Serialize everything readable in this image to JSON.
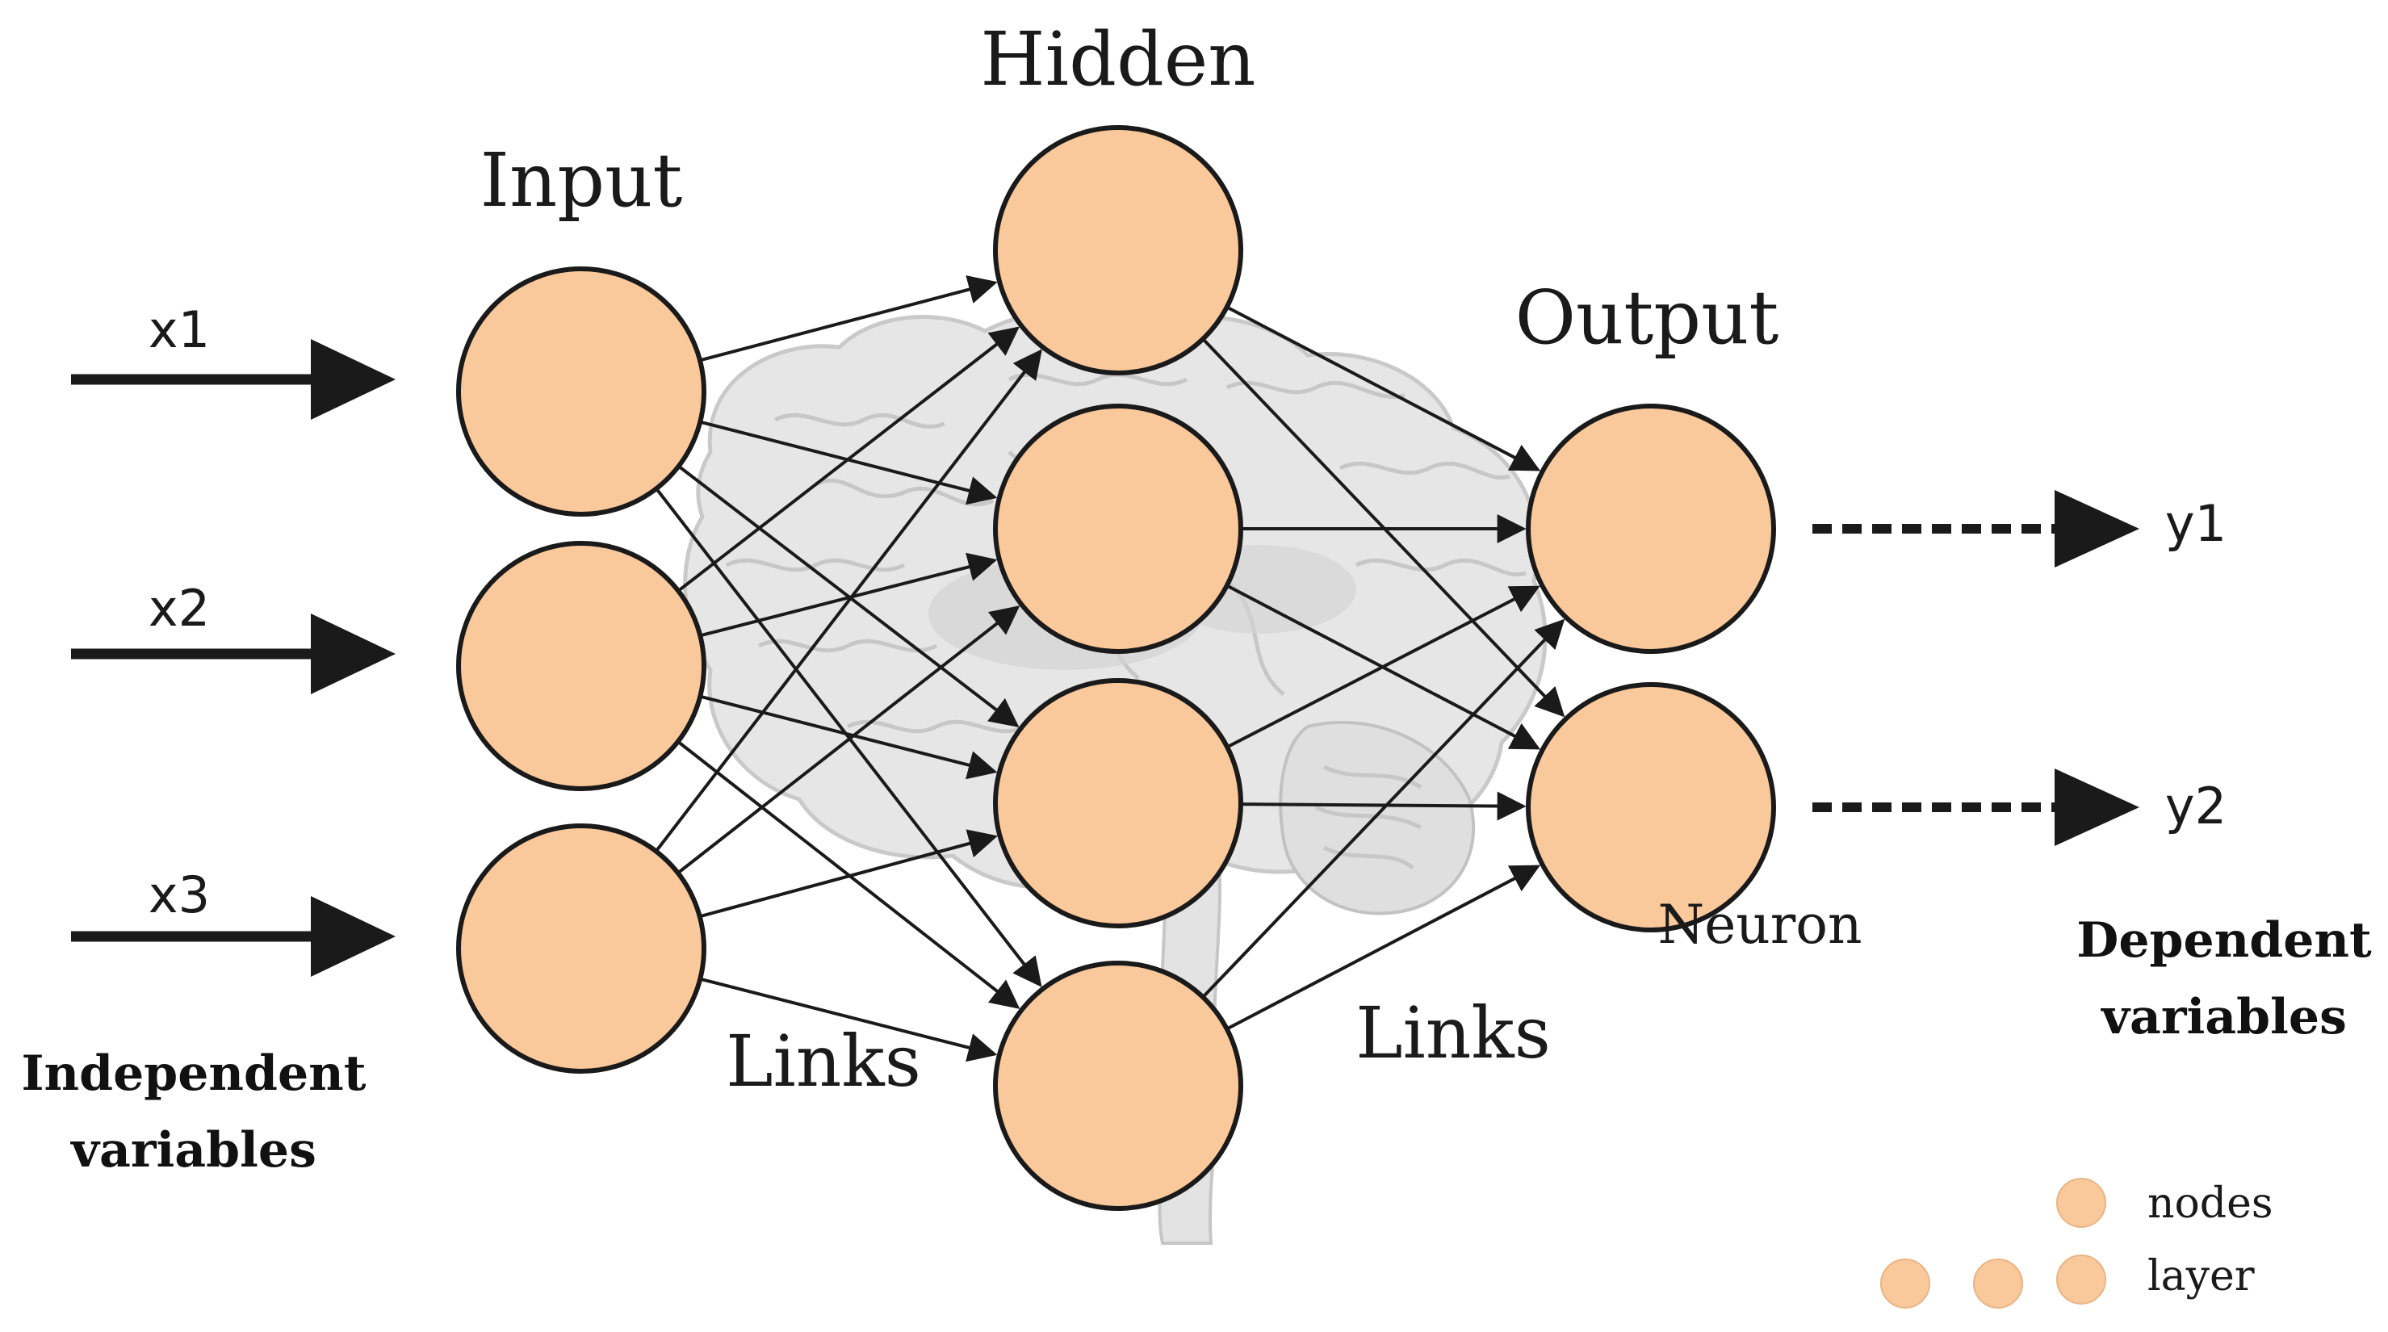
{
  "layers": {
    "input": "Input",
    "hidden": "Hidden",
    "output": "Output"
  },
  "inputs": [
    "x1",
    "x2",
    "x3"
  ],
  "outputs": [
    "y1",
    "y2"
  ],
  "links_label": "Links",
  "neuron_label": "Neuron",
  "independent_caption": [
    "Independent",
    "variables"
  ],
  "dependent_caption": [
    "Dependent",
    "variables"
  ],
  "legend": {
    "nodes": "nodes",
    "layer": "layer"
  },
  "colors": {
    "node_fill": "#F9C89B",
    "node_stroke": "#1a1a1a",
    "arrow": "#1a1a1a",
    "brain": "#d6d6d6"
  }
}
